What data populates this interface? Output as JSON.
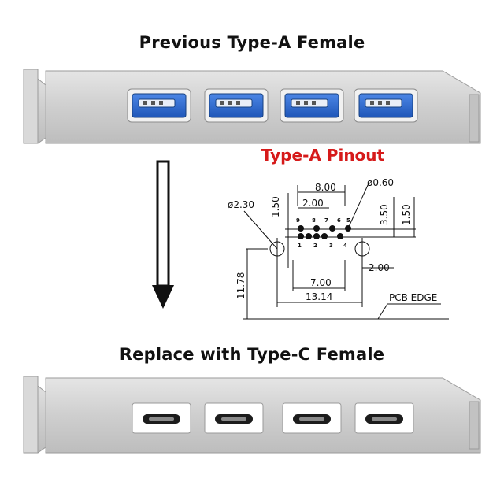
{
  "headings": {
    "top": "Previous Type-A Female",
    "pinout": "Type-A Pinout",
    "bottom": "Replace with Type-C Female"
  },
  "colors": {
    "pinout_title": "#d61a1a",
    "usb_blue": "#2f6fd6",
    "bracket": "#c9c9c9",
    "arrow": "#111111"
  },
  "diagram": {
    "dimensions": {
      "width_top": "8.00",
      "hole_dia": "ø0.60",
      "peg_dia": "ø2.30",
      "row_pitch": "2.00",
      "left_offset": "1.50",
      "row_height": "3.50",
      "right_offset": "1.50",
      "peg_offset": "2.00",
      "pin_span": "7.00",
      "peg_span": "13.14",
      "depth": "11.78"
    },
    "pcb_edge_label": "PCB EDGE",
    "top_pins": [
      "9",
      "8",
      "7",
      "6",
      "5"
    ],
    "bottom_pins": [
      "1",
      "2",
      "3",
      "4"
    ]
  },
  "brackets": {
    "top_port_type": "USB Type-A female",
    "bottom_port_type": "USB Type-C female",
    "port_count": 4
  }
}
